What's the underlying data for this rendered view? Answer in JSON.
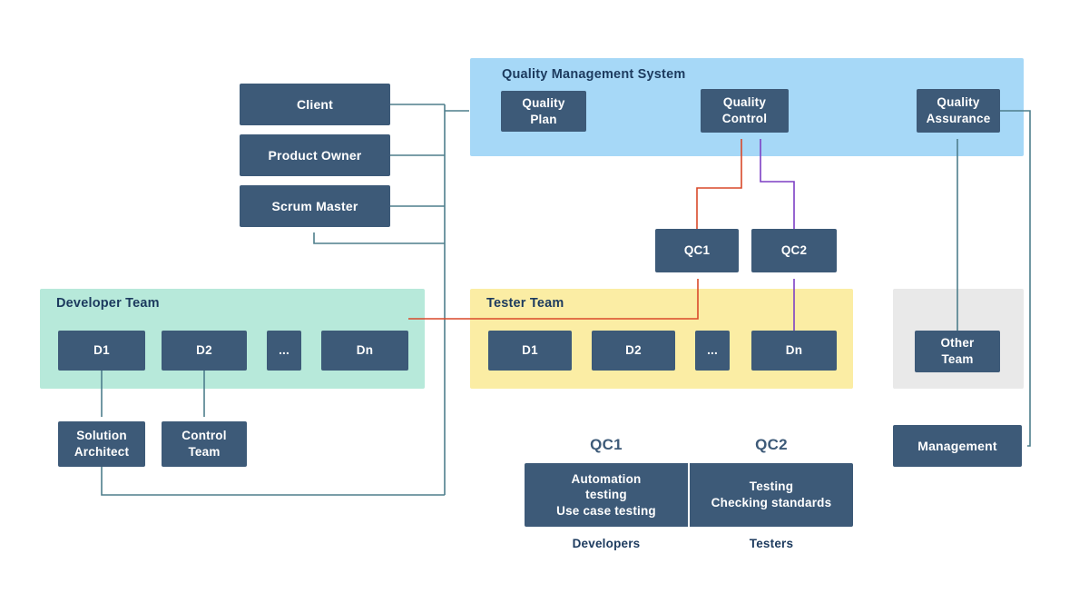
{
  "colors": {
    "dark_box": "#3d5a78",
    "panel_blue": "#a6d8f7",
    "panel_mint": "#b7e9da",
    "panel_yellow": "#fbeda4",
    "panel_gray": "#e9e9e9",
    "line_teal": "#4e7e8c",
    "line_red": "#d9492a",
    "line_purple": "#7d3fc4",
    "label_dark": "#1c3a5e",
    "box_text": "#ffffff"
  },
  "qms": {
    "title": "Quality Management System",
    "quality_plan": "Quality\nPlan",
    "quality_control": "Quality\nControl",
    "quality_assurance": "Quality\nAssurance"
  },
  "left_column": {
    "client": "Client",
    "product_owner": "Product Owner",
    "scrum_master": "Scrum Master"
  },
  "developer_team": {
    "title": "Developer Team",
    "members": [
      "D1",
      "D2",
      "...",
      "Dn"
    ]
  },
  "tester_team": {
    "title": "Tester Team",
    "members": [
      "D1",
      "D2",
      "...",
      "Dn"
    ]
  },
  "qc_nodes": {
    "qc1": "QC1",
    "qc2": "QC2"
  },
  "other_team": {
    "label": "Other\nTeam"
  },
  "management": {
    "label": "Management"
  },
  "solution_architect": {
    "label": "Solution\nArchitect"
  },
  "control_team": {
    "label": "Control\nTeam"
  },
  "legend": {
    "qc1_heading": "QC1",
    "qc2_heading": "QC2",
    "qc1_body": "Automation\ntesting\nUse case testing",
    "qc2_body": "Testing\nChecking standards",
    "qc1_caption": "Developers",
    "qc2_caption": "Testers"
  }
}
